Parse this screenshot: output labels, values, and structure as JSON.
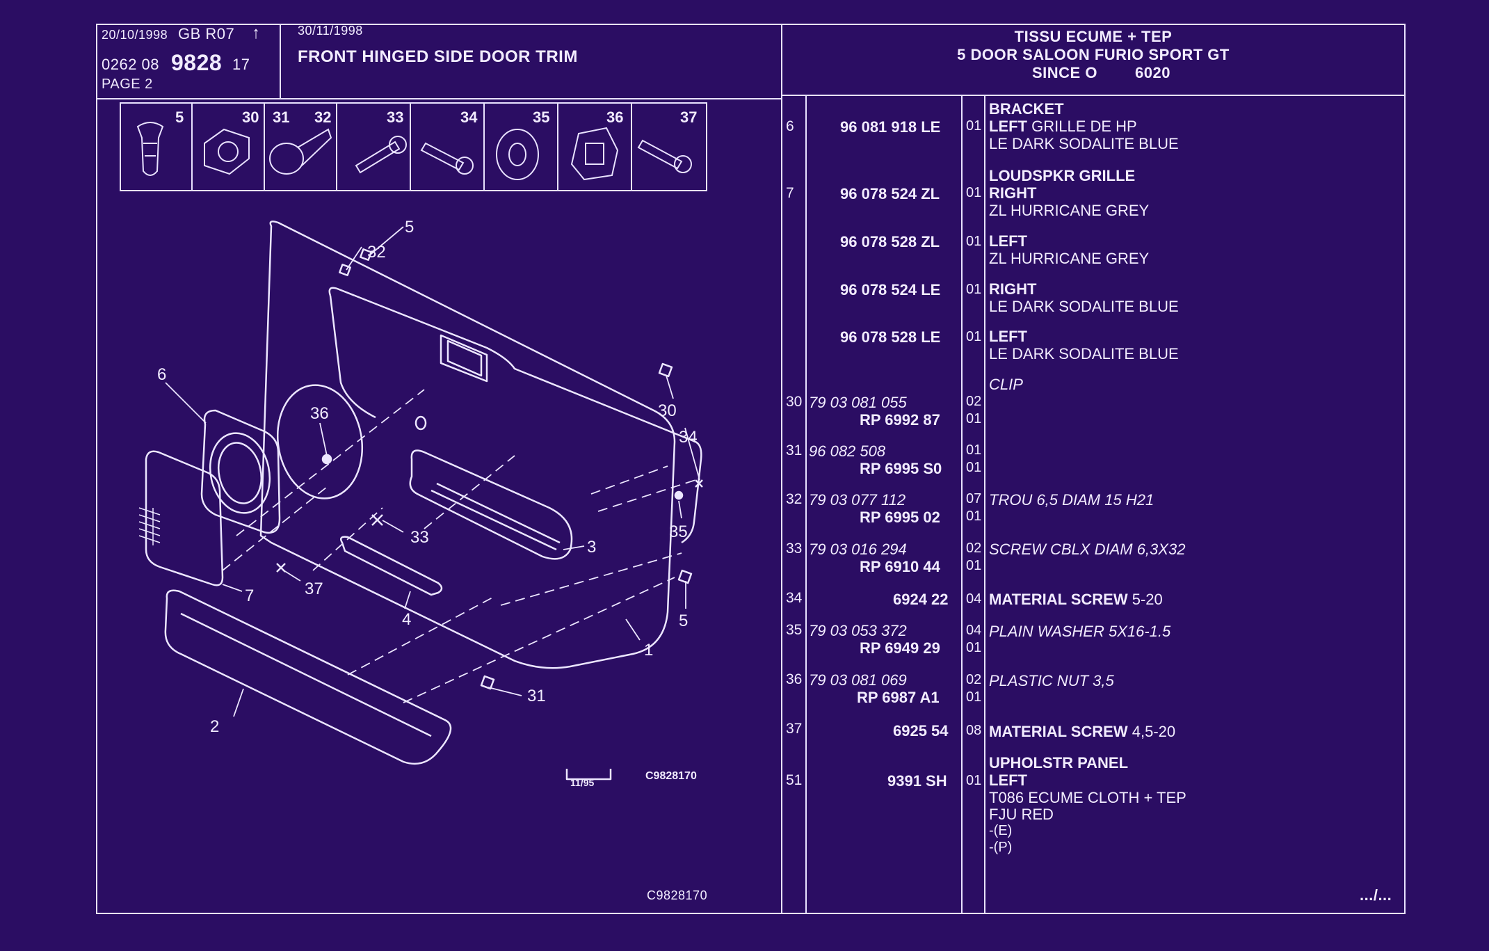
{
  "header": {
    "date_left": "20/10/1998",
    "gb_code": "GB R07",
    "arrow_glyph": "↑",
    "code_prefix": "0262 08",
    "code_main": "9828",
    "code_suffix": "17",
    "page": "PAGE 2",
    "date_right": "30/11/1998",
    "title": "FRONT HINGED SIDE DOOR TRIM",
    "right_line1": "TISSU ECUME + TEP",
    "right_line2": "5 DOOR SALOON FURIO SPORT GT",
    "right_line3_a": "SINCE O",
    "right_line3_b": "6020"
  },
  "thumbs": [
    {
      "label": "5",
      "icon": "clip-icon"
    },
    {
      "label": "30",
      "icon": "clip-icon"
    },
    {
      "label": "31",
      "icon": "clip-icon"
    },
    {
      "label": "32",
      "icon": "screw-icon"
    },
    {
      "label": "33",
      "icon": "screw-icon"
    },
    {
      "label": "34",
      "icon": "screw-icon"
    },
    {
      "label": "35",
      "icon": "washer-icon"
    },
    {
      "label": "36",
      "icon": "nut-icon"
    },
    {
      "label": "37",
      "icon": "screw-icon"
    }
  ],
  "diagram": {
    "callouts": [
      "5",
      "32",
      "6",
      "36",
      "30",
      "34",
      "35",
      "33",
      "3",
      "37",
      "7",
      "4",
      "5",
      "1",
      "2",
      "31"
    ],
    "stamp": "11/95",
    "drawing_ref": "C9828170",
    "bottom_ref": "C9828170"
  },
  "parts": {
    "r6_num": "6",
    "r6_ref": "96 081 918 LE",
    "r6_qty": "01",
    "r6_d1": "BRACKET",
    "r6_d2a": "LEFT",
    "r6_d2b": " GRILLE DE HP",
    "r6_d3": "LE DARK SODALITE BLUE",
    "r7_num": "7",
    "r7_ref": "96 078 524 ZL",
    "r7_qty": "01",
    "r7_d1": "LOUDSPKR GRILLE",
    "r7_d2": "RIGHT",
    "r7_d3": "ZL HURRICANE GREY",
    "r7b_ref": "96 078 528 ZL",
    "r7b_qty": "01",
    "r7b_d1": "LEFT",
    "r7b_d2": "ZL HURRICANE GREY",
    "r7c_ref": "96 078 524 LE",
    "r7c_qty": "01",
    "r7c_d1": "RIGHT",
    "r7c_d2": "LE DARK SODALITE BLUE",
    "r7d_ref": "96 078 528 LE",
    "r7d_qty": "01",
    "r7d_d1": "LEFT",
    "r7d_d2": "LE DARK SODALITE BLUE",
    "clip_label": "CLIP",
    "r30_num": "30",
    "r30_ref1": "79 03 081 055",
    "r30_q1": "02",
    "r30_ref2": "RP  6992 87",
    "r30_q2": "01",
    "r31_num": "31",
    "r31_ref1": "96 082 508",
    "r31_q1": "01",
    "r31_ref2": "RP  6995 S0",
    "r31_q2": "01",
    "r32_num": "32",
    "r32_ref1": "79 03 077 112",
    "r32_q1": "07",
    "r32_ref2": "RP  6995 02",
    "r32_q2": "01",
    "r32_desc": "TROU 6,5 DIAM 15 H21",
    "r33_num": "33",
    "r33_ref1": "79 03 016 294",
    "r33_q1": "02",
    "r33_ref2": "RP  6910 44",
    "r33_q2": "01",
    "r33_desc": "SCREW CBLX DIAM 6,3X32",
    "r34_num": "34",
    "r34_ref": "6924 22",
    "r34_q": "04",
    "r34_d1": "MATERIAL SCREW",
    "r34_d2": " 5-20",
    "r35_num": "35",
    "r35_ref1": "79 03 053 372",
    "r35_q1": "04",
    "r35_ref2": "RP  6949 29",
    "r35_q2": "01",
    "r35_desc": "PLAIN WASHER 5X16-1.5",
    "r36_num": "36",
    "r36_ref1": "79 03 081 069",
    "r36_q1": "02",
    "r36_ref2": "RP  6987 A1",
    "r36_q2": "01",
    "r36_desc": "PLASTIC NUT 3,5",
    "r37_num": "37",
    "r37_ref": "6925 54",
    "r37_q": "08",
    "r37_d1": "MATERIAL SCREW",
    "r37_d2": " 4,5-20",
    "r51_num": "51",
    "r51_ref": "9391 SH",
    "r51_q": "01",
    "r51_d0": "UPHOLSTR PANEL",
    "r51_d1": "LEFT",
    "r51_d2": "T086 ECUME CLOTH + TEP",
    "r51_d3": "FJU RED",
    "r51_d4": "-(E)",
    "r51_d5": "-(P)"
  },
  "footer": {
    "continue": ".../..."
  }
}
